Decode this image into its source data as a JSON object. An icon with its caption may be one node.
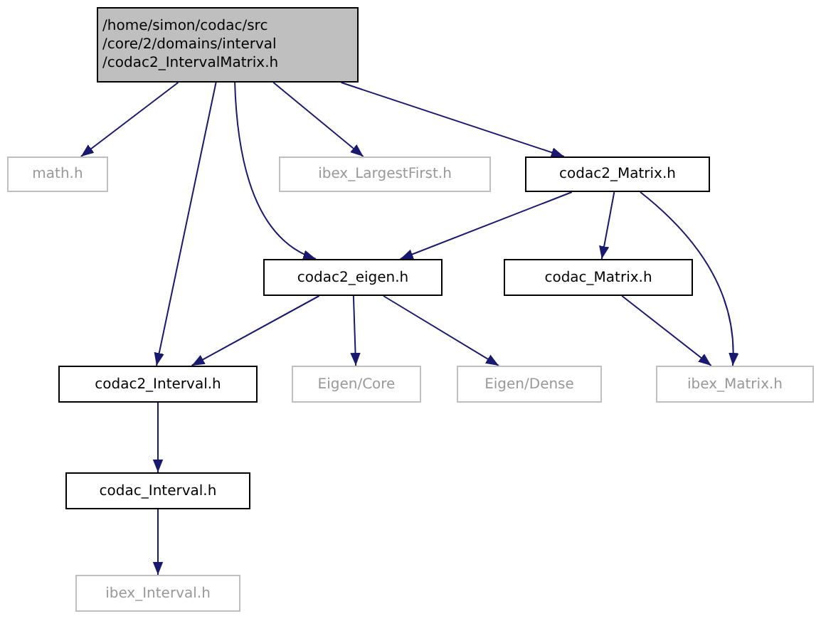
{
  "diagram": {
    "nodes": [
      {
        "text": [
          "/home/simon/codac/src /core/2/domains/interval /codac2_IntervalMatrix.h"
        ]
      },
      {
        "text": [
          "math.h"
        ]
      },
      {
        "text": [
          "ibex_LargestFirst.h"
        ]
      },
      {
        "text": [
          "codac2_Matrix.h"
        ]
      },
      {
        "text": [
          "codac2_eigen.h"
        ]
      },
      {
        "text": [
          "codac_Matrix.h"
        ]
      },
      {
        "text": [
          "codac2_Interval.h"
        ]
      },
      {
        "text": [
          "Eigen/Core"
        ]
      },
      {
        "text": [
          "Eigen/Dense"
        ]
      },
      {
        "text": [
          "ibex_Matrix.h"
        ]
      },
      {
        "text": [
          "codac_Interval.h"
        ]
      },
      {
        "text": [
          "ibex_Interval.h"
        ]
      }
    ],
    "edges": [
      {
        "from": 0,
        "to": 1,
        "arrow": "to"
      },
      {
        "from": 0,
        "to": 6,
        "arrow": "to"
      },
      {
        "from": 0,
        "to": 4,
        "arrow": "to"
      },
      {
        "from": 0,
        "to": 2,
        "arrow": "to"
      },
      {
        "from": 0,
        "to": 3,
        "arrow": "to"
      },
      {
        "from": 3,
        "to": 4,
        "arrow": "to"
      },
      {
        "from": 3,
        "to": 5,
        "arrow": "to"
      },
      {
        "from": 3,
        "to": 9,
        "arrow": "to"
      },
      {
        "from": 4,
        "to": 6,
        "arrow": "to"
      },
      {
        "from": 4,
        "to": 7,
        "arrow": "to"
      },
      {
        "from": 4,
        "to": 8,
        "arrow": "to"
      },
      {
        "from": 5,
        "to": 9,
        "arrow": "to"
      },
      {
        "from": 6,
        "to": 10,
        "arrow": "to"
      },
      {
        "from": 10,
        "to": 11,
        "arrow": "to"
      }
    ]
  }
}
